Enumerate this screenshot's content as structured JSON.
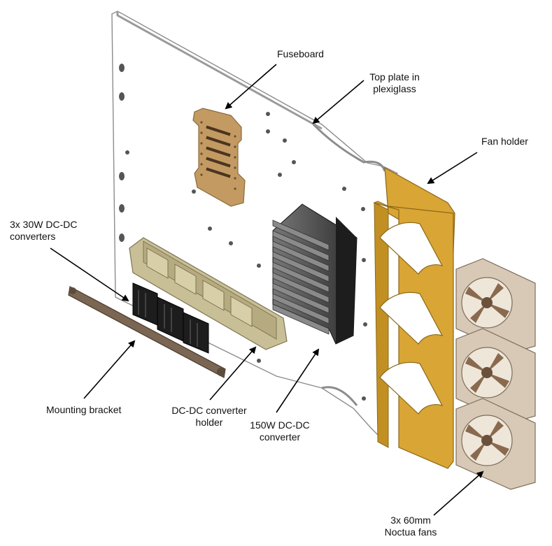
{
  "labels": {
    "fuseboard": "Fuseboard",
    "top_plate": [
      "Top plate in",
      "plexiglass"
    ],
    "fan_holder": "Fan holder",
    "dc_converters": [
      "3x 30W DC-DC",
      "converters"
    ],
    "mounting_bracket": "Mounting bracket",
    "converter_holder": [
      "DC-DC converter",
      "holder"
    ],
    "big_converter": [
      "150W DC-DC",
      "converter"
    ],
    "fans": [
      "3x 60mm",
      "Noctua fans"
    ]
  },
  "colors": {
    "plate_fill": "#ffffff",
    "plate_edge": "#8c8c8c",
    "fuseboard": "#c39a62",
    "fan_holder": "#d9a534",
    "converter_holder": "#c9bf96",
    "converter_black": "#1d1d1d",
    "heatsink": "#555555",
    "bracket": "#7a6652",
    "fan_frame": "#d7c9b6",
    "fan_blade": "#8a6a4e",
    "arrow": "#000000"
  }
}
